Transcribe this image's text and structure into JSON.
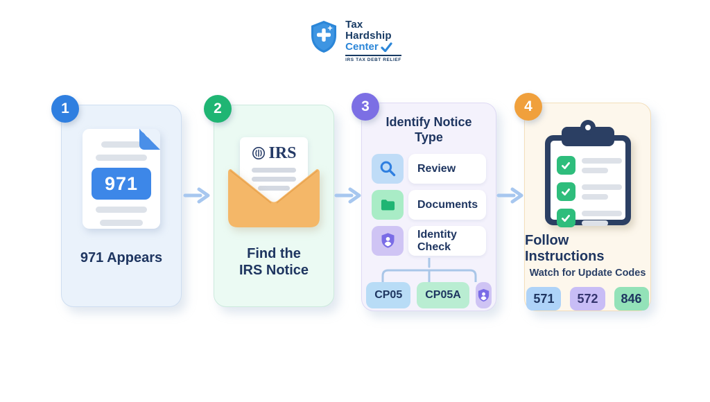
{
  "brand": {
    "word1": "Tax",
    "word2": "Hardship",
    "word3": "Center",
    "tagline": "IRS TAX DEBT RELIEF",
    "shield_color": "#2b86d8",
    "navy": "#173a63"
  },
  "flow": {
    "arrow_color": "#a7c7ef",
    "steps": [
      {
        "number": "1",
        "badge_color": "#2f7fe0",
        "card_bg": "#eaf2fb",
        "label": "971 Appears",
        "icon": "document-icon",
        "document_code": "971"
      },
      {
        "number": "2",
        "badge_color": "#1fb573",
        "card_bg": "#ebfaf3",
        "label_line1": "Find the",
        "label_line2": "IRS Notice",
        "icon": "envelope-icon",
        "letter_brand": "IRS"
      },
      {
        "number": "3",
        "badge_color": "#7c6fe4",
        "card_bg": "#f4f2fc",
        "title_line1": "Identify Notice",
        "title_line2": "Type",
        "items": [
          {
            "label": "Review",
            "icon": "magnifier-icon",
            "tile_color": "#bfdcf7"
          },
          {
            "label": "Documents",
            "icon": "folder-icon",
            "tile_color": "#a9ecc6"
          },
          {
            "label": "Identity Check",
            "icon": "shield-user-icon",
            "tile_color": "#cfc4f4"
          }
        ],
        "notice_codes": [
          {
            "label": "CP05",
            "color": "#b8dcf6"
          },
          {
            "label": "CP05A",
            "color": "#b9edd2"
          },
          {
            "label": "",
            "icon": "shield-user-icon",
            "color": "#cfc4f4"
          }
        ]
      },
      {
        "number": "4",
        "badge_color": "#f0a03c",
        "card_bg": "#fdf7ec",
        "icon": "clipboard-icon",
        "title": "Follow Instructions",
        "subtitle": "Watch for Update Codes",
        "update_codes": [
          {
            "label": "571",
            "color": "#aed3f8"
          },
          {
            "label": "572",
            "color": "#c8bdf6"
          },
          {
            "label": "846",
            "color": "#93e2b8"
          }
        ]
      }
    ]
  }
}
